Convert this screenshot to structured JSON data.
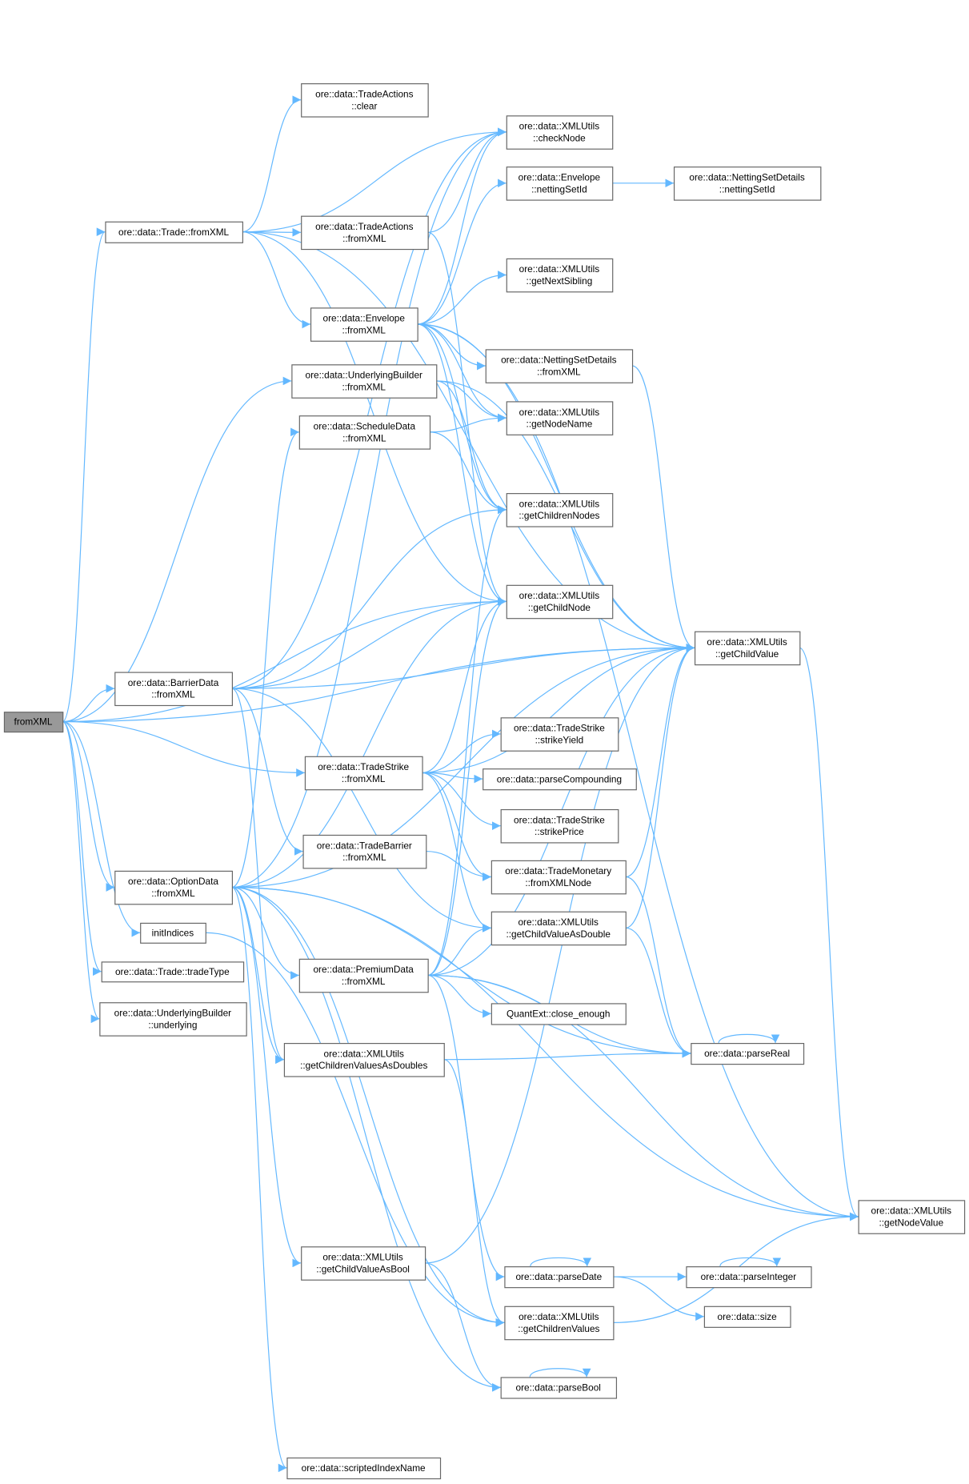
{
  "colors": {
    "edge": "#63b8ff",
    "highlight_fill": "#999999",
    "node_border": "#666666"
  },
  "nodes": [
    {
      "id": "root",
      "lines": [
        "fromXML"
      ],
      "highlighted": true
    },
    {
      "id": "trade_fromxml",
      "lines": [
        "ore::data::Trade::fromXML"
      ]
    },
    {
      "id": "ta_clear",
      "lines": [
        "ore::data::TradeActions",
        "::clear"
      ]
    },
    {
      "id": "checknode",
      "lines": [
        "ore::data::XMLUtils",
        "::checkNode"
      ]
    },
    {
      "id": "env_nsid",
      "lines": [
        "ore::data::Envelope",
        "::nettingSetId"
      ]
    },
    {
      "id": "nsd_nsid",
      "lines": [
        "ore::data::NettingSetDetails",
        "::nettingSetId"
      ]
    },
    {
      "id": "ta_fromxml",
      "lines": [
        "ore::data::TradeActions",
        "::fromXML"
      ]
    },
    {
      "id": "nextsibling",
      "lines": [
        "ore::data::XMLUtils",
        "::getNextSibling"
      ]
    },
    {
      "id": "env_fromxml",
      "lines": [
        "ore::data::Envelope",
        "::fromXML"
      ]
    },
    {
      "id": "nsd_fromxml",
      "lines": [
        "ore::data::NettingSetDetails",
        "::fromXML"
      ]
    },
    {
      "id": "ub_fromxml",
      "lines": [
        "ore::data::UnderlyingBuilder",
        "::fromXML"
      ]
    },
    {
      "id": "nodename",
      "lines": [
        "ore::data::XMLUtils",
        "::getNodeName"
      ]
    },
    {
      "id": "sd_fromxml",
      "lines": [
        "ore::data::ScheduleData",
        "::fromXML"
      ]
    },
    {
      "id": "childrennodes",
      "lines": [
        "ore::data::XMLUtils",
        "::getChildrenNodes"
      ]
    },
    {
      "id": "childnode",
      "lines": [
        "ore::data::XMLUtils",
        "::getChildNode"
      ]
    },
    {
      "id": "childvalue",
      "lines": [
        "ore::data::XMLUtils",
        "::getChildValue"
      ]
    },
    {
      "id": "bd_fromxml",
      "lines": [
        "ore::data::BarrierData",
        "::fromXML"
      ]
    },
    {
      "id": "ts_yield",
      "lines": [
        "ore::data::TradeStrike",
        "::strikeYield"
      ]
    },
    {
      "id": "ts_fromxml",
      "lines": [
        "ore::data::TradeStrike",
        "::fromXML"
      ]
    },
    {
      "id": "parsecomp",
      "lines": [
        "ore::data::parseCompounding"
      ]
    },
    {
      "id": "ts_price",
      "lines": [
        "ore::data::TradeStrike",
        "::strikePrice"
      ]
    },
    {
      "id": "tb_fromxml",
      "lines": [
        "ore::data::TradeBarrier",
        "::fromXML"
      ]
    },
    {
      "id": "tm_fromxmlnode",
      "lines": [
        "ore::data::TradeMonetary",
        "::fromXMLNode"
      ]
    },
    {
      "id": "od_fromxml",
      "lines": [
        "ore::data::OptionData",
        "::fromXML"
      ]
    },
    {
      "id": "initindices",
      "lines": [
        "initIndices"
      ]
    },
    {
      "id": "cv_double",
      "lines": [
        "ore::data::XMLUtils",
        "::getChildValueAsDouble"
      ]
    },
    {
      "id": "tradetype",
      "lines": [
        "ore::data::Trade::tradeType"
      ]
    },
    {
      "id": "pd_fromxml",
      "lines": [
        "ore::data::PremiumData",
        "::fromXML"
      ]
    },
    {
      "id": "close_enough",
      "lines": [
        "QuantExt::close_enough"
      ]
    },
    {
      "id": "ub_underlying",
      "lines": [
        "ore::data::UnderlyingBuilder",
        "::underlying"
      ]
    },
    {
      "id": "cvs_doubles",
      "lines": [
        "ore::data::XMLUtils",
        "::getChildrenValuesAsDoubles"
      ]
    },
    {
      "id": "parsereal",
      "lines": [
        "ore::data::parseReal"
      ]
    },
    {
      "id": "nodevalue",
      "lines": [
        "ore::data::XMLUtils",
        "::getNodeValue"
      ]
    },
    {
      "id": "cv_bool",
      "lines": [
        "ore::data::XMLUtils",
        "::getChildValueAsBool"
      ]
    },
    {
      "id": "parsedate",
      "lines": [
        "ore::data::parseDate"
      ]
    },
    {
      "id": "parseint",
      "lines": [
        "ore::data::parseInteger"
      ]
    },
    {
      "id": "size",
      "lines": [
        "ore::data::size"
      ]
    },
    {
      "id": "childrenvalues",
      "lines": [
        "ore::data::XMLUtils",
        "::getChildrenValues"
      ]
    },
    {
      "id": "parsebool",
      "lines": [
        "ore::data::parseBool"
      ]
    },
    {
      "id": "scriptedindex",
      "lines": [
        "ore::data::scriptedIndexName"
      ]
    }
  ],
  "edges": [
    [
      "root",
      "trade_fromxml"
    ],
    [
      "root",
      "ub_fromxml"
    ],
    [
      "root",
      "childnode"
    ],
    [
      "root",
      "childvalue"
    ],
    [
      "root",
      "bd_fromxml"
    ],
    [
      "root",
      "ts_fromxml"
    ],
    [
      "root",
      "od_fromxml"
    ],
    [
      "root",
      "initindices"
    ],
    [
      "root",
      "tradetype"
    ],
    [
      "root",
      "ub_underlying"
    ],
    [
      "trade_fromxml",
      "ta_clear"
    ],
    [
      "trade_fromxml",
      "checknode"
    ],
    [
      "trade_fromxml",
      "ta_fromxml"
    ],
    [
      "trade_fromxml",
      "env_fromxml"
    ],
    [
      "trade_fromxml",
      "childnode"
    ],
    [
      "trade_fromxml",
      "childvalue"
    ],
    [
      "ta_fromxml",
      "checknode"
    ],
    [
      "ta_fromxml",
      "childnode"
    ],
    [
      "env_fromxml",
      "checknode"
    ],
    [
      "env_fromxml",
      "env_nsid"
    ],
    [
      "env_fromxml",
      "nextsibling"
    ],
    [
      "env_fromxml",
      "childvalue"
    ],
    [
      "env_fromxml",
      "nsd_fromxml"
    ],
    [
      "env_fromxml",
      "nodename"
    ],
    [
      "env_fromxml",
      "childrennodes"
    ],
    [
      "env_fromxml",
      "childnode"
    ],
    [
      "env_fromxml",
      "nodevalue"
    ],
    [
      "env_nsid",
      "nsd_nsid"
    ],
    [
      "nsd_fromxml",
      "childvalue"
    ],
    [
      "ub_fromxml",
      "nodename"
    ],
    [
      "ub_fromxml",
      "childrennodes"
    ],
    [
      "ub_fromxml",
      "childvalue"
    ],
    [
      "sd_fromxml",
      "nodename"
    ],
    [
      "sd_fromxml",
      "childrennodes"
    ],
    [
      "childvalue",
      "nodevalue"
    ],
    [
      "bd_fromxml",
      "childrennodes"
    ],
    [
      "bd_fromxml",
      "childnode"
    ],
    [
      "bd_fromxml",
      "childvalue"
    ],
    [
      "bd_fromxml",
      "checknode"
    ],
    [
      "bd_fromxml",
      "tb_fromxml"
    ],
    [
      "bd_fromxml",
      "cv_double"
    ],
    [
      "bd_fromxml",
      "cvs_doubles"
    ],
    [
      "ts_fromxml",
      "childnode"
    ],
    [
      "ts_fromxml",
      "childvalue"
    ],
    [
      "ts_fromxml",
      "ts_yield"
    ],
    [
      "ts_fromxml",
      "parsecomp"
    ],
    [
      "ts_fromxml",
      "ts_price"
    ],
    [
      "ts_fromxml",
      "tm_fromxmlnode"
    ],
    [
      "ts_fromxml",
      "cv_double"
    ],
    [
      "tb_fromxml",
      "tm_fromxmlnode"
    ],
    [
      "tm_fromxmlnode",
      "childvalue"
    ],
    [
      "tm_fromxmlnode",
      "parsereal"
    ],
    [
      "cv_double",
      "childvalue"
    ],
    [
      "cv_double",
      "parsereal"
    ],
    [
      "od_fromxml",
      "checknode"
    ],
    [
      "od_fromxml",
      "childnode"
    ],
    [
      "od_fromxml",
      "childvalue"
    ],
    [
      "od_fromxml",
      "sd_fromxml"
    ],
    [
      "od_fromxml",
      "pd_fromxml"
    ],
    [
      "od_fromxml",
      "cvs_doubles"
    ],
    [
      "od_fromxml",
      "cv_bool"
    ],
    [
      "od_fromxml",
      "childrenvalues"
    ],
    [
      "od_fromxml",
      "parsebool"
    ],
    [
      "od_fromxml",
      "scriptedindex"
    ],
    [
      "od_fromxml",
      "nodevalue"
    ],
    [
      "od_fromxml",
      "parsereal"
    ],
    [
      "initindices",
      "childrenvalues"
    ],
    [
      "pd_fromxml",
      "childrennodes"
    ],
    [
      "pd_fromxml",
      "childnode"
    ],
    [
      "pd_fromxml",
      "cv_double"
    ],
    [
      "pd_fromxml",
      "childvalue"
    ],
    [
      "pd_fromxml",
      "close_enough"
    ],
    [
      "pd_fromxml",
      "parsereal"
    ],
    [
      "pd_fromxml",
      "nodevalue"
    ],
    [
      "pd_fromxml",
      "parsedate"
    ],
    [
      "cvs_doubles",
      "parsereal"
    ],
    [
      "cvs_doubles",
      "childrenvalues"
    ],
    [
      "parsereal",
      "parsereal"
    ],
    [
      "cv_bool",
      "childvalue"
    ],
    [
      "cv_bool",
      "parsebool"
    ],
    [
      "parsedate",
      "parsedate"
    ],
    [
      "parsedate",
      "parseint"
    ],
    [
      "parsedate",
      "size"
    ],
    [
      "parseint",
      "parseint"
    ],
    [
      "parsebool",
      "parsebool"
    ],
    [
      "childrenvalues",
      "nodevalue"
    ]
  ]
}
